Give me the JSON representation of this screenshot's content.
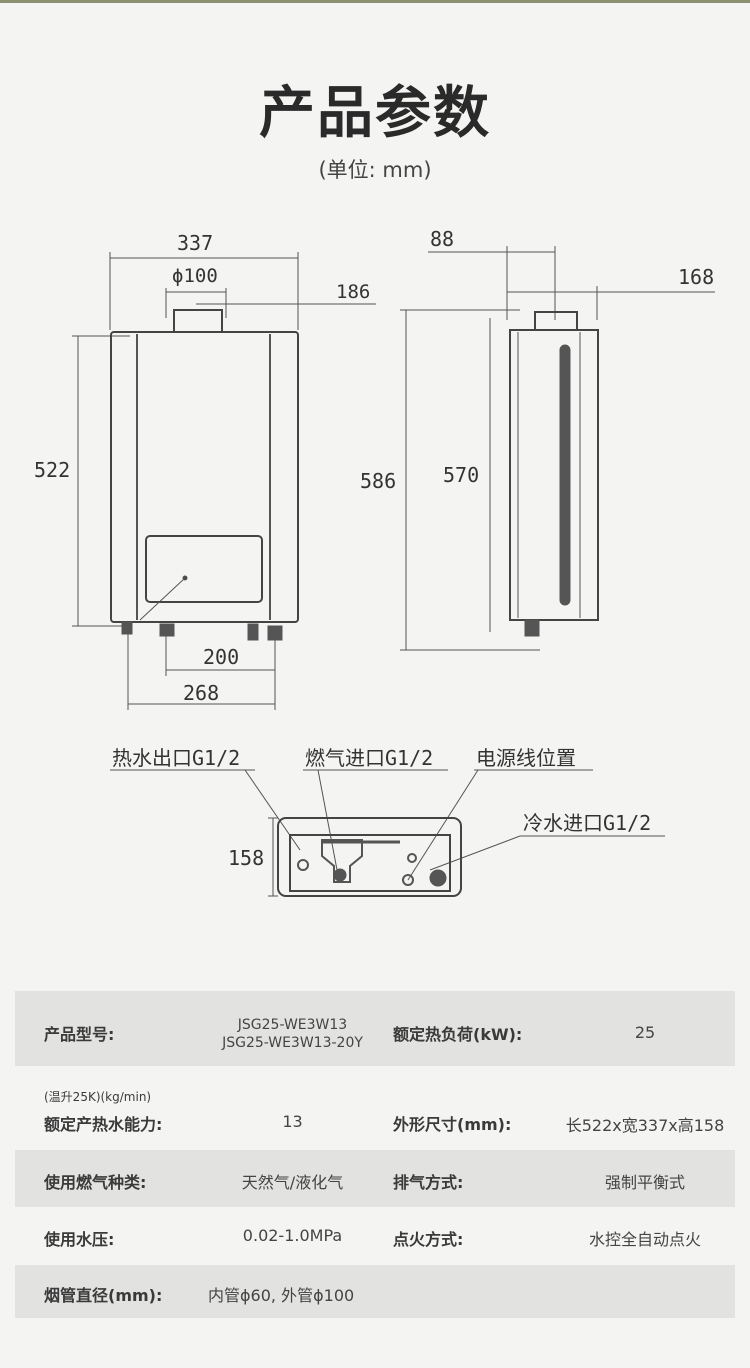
{
  "header": {
    "title": "产品参数",
    "unit": "(单位: mm)"
  },
  "front_view": {
    "width": "337",
    "flue": "ϕ100",
    "flue_offset": "186",
    "height": "522",
    "pipe_spacing": "200",
    "pipe_span": "268"
  },
  "side_view": {
    "flue_depth": "88",
    "depth": "168",
    "total_height": "586",
    "body_height": "570"
  },
  "bottom_view": {
    "depth": "158",
    "labels": {
      "hot_out": "热水出口G1/2",
      "gas_in": "燃气进口G1/2",
      "power": "电源线位置",
      "cold_in": "冷水进口G1/2"
    }
  },
  "specs": {
    "model_label": "产品型号:",
    "model_1": "JSG25-WE3W13",
    "model_2": "JSG25-WE3W13-20Y",
    "load_label": "额定热负荷(kW):",
    "load": "25",
    "capacity_note": "(温升25K)(kg/min)",
    "capacity_label": "额定产热水能力:",
    "capacity": "13",
    "size_label": "外形尺寸(mm):",
    "size": "长522x宽337x高158",
    "gas_label": "使用燃气种类:",
    "gas": "天然气/液化气",
    "exhaust_label": "排气方式:",
    "exhaust": "强制平衡式",
    "pressure_label": "使用水压:",
    "pressure": "0.02-1.0MPa",
    "ignition_label": "点火方式:",
    "ignition": "水控全自动点火",
    "flue_label": "烟管直径(mm):",
    "flue": "内管ϕ60, 外管ϕ100"
  }
}
